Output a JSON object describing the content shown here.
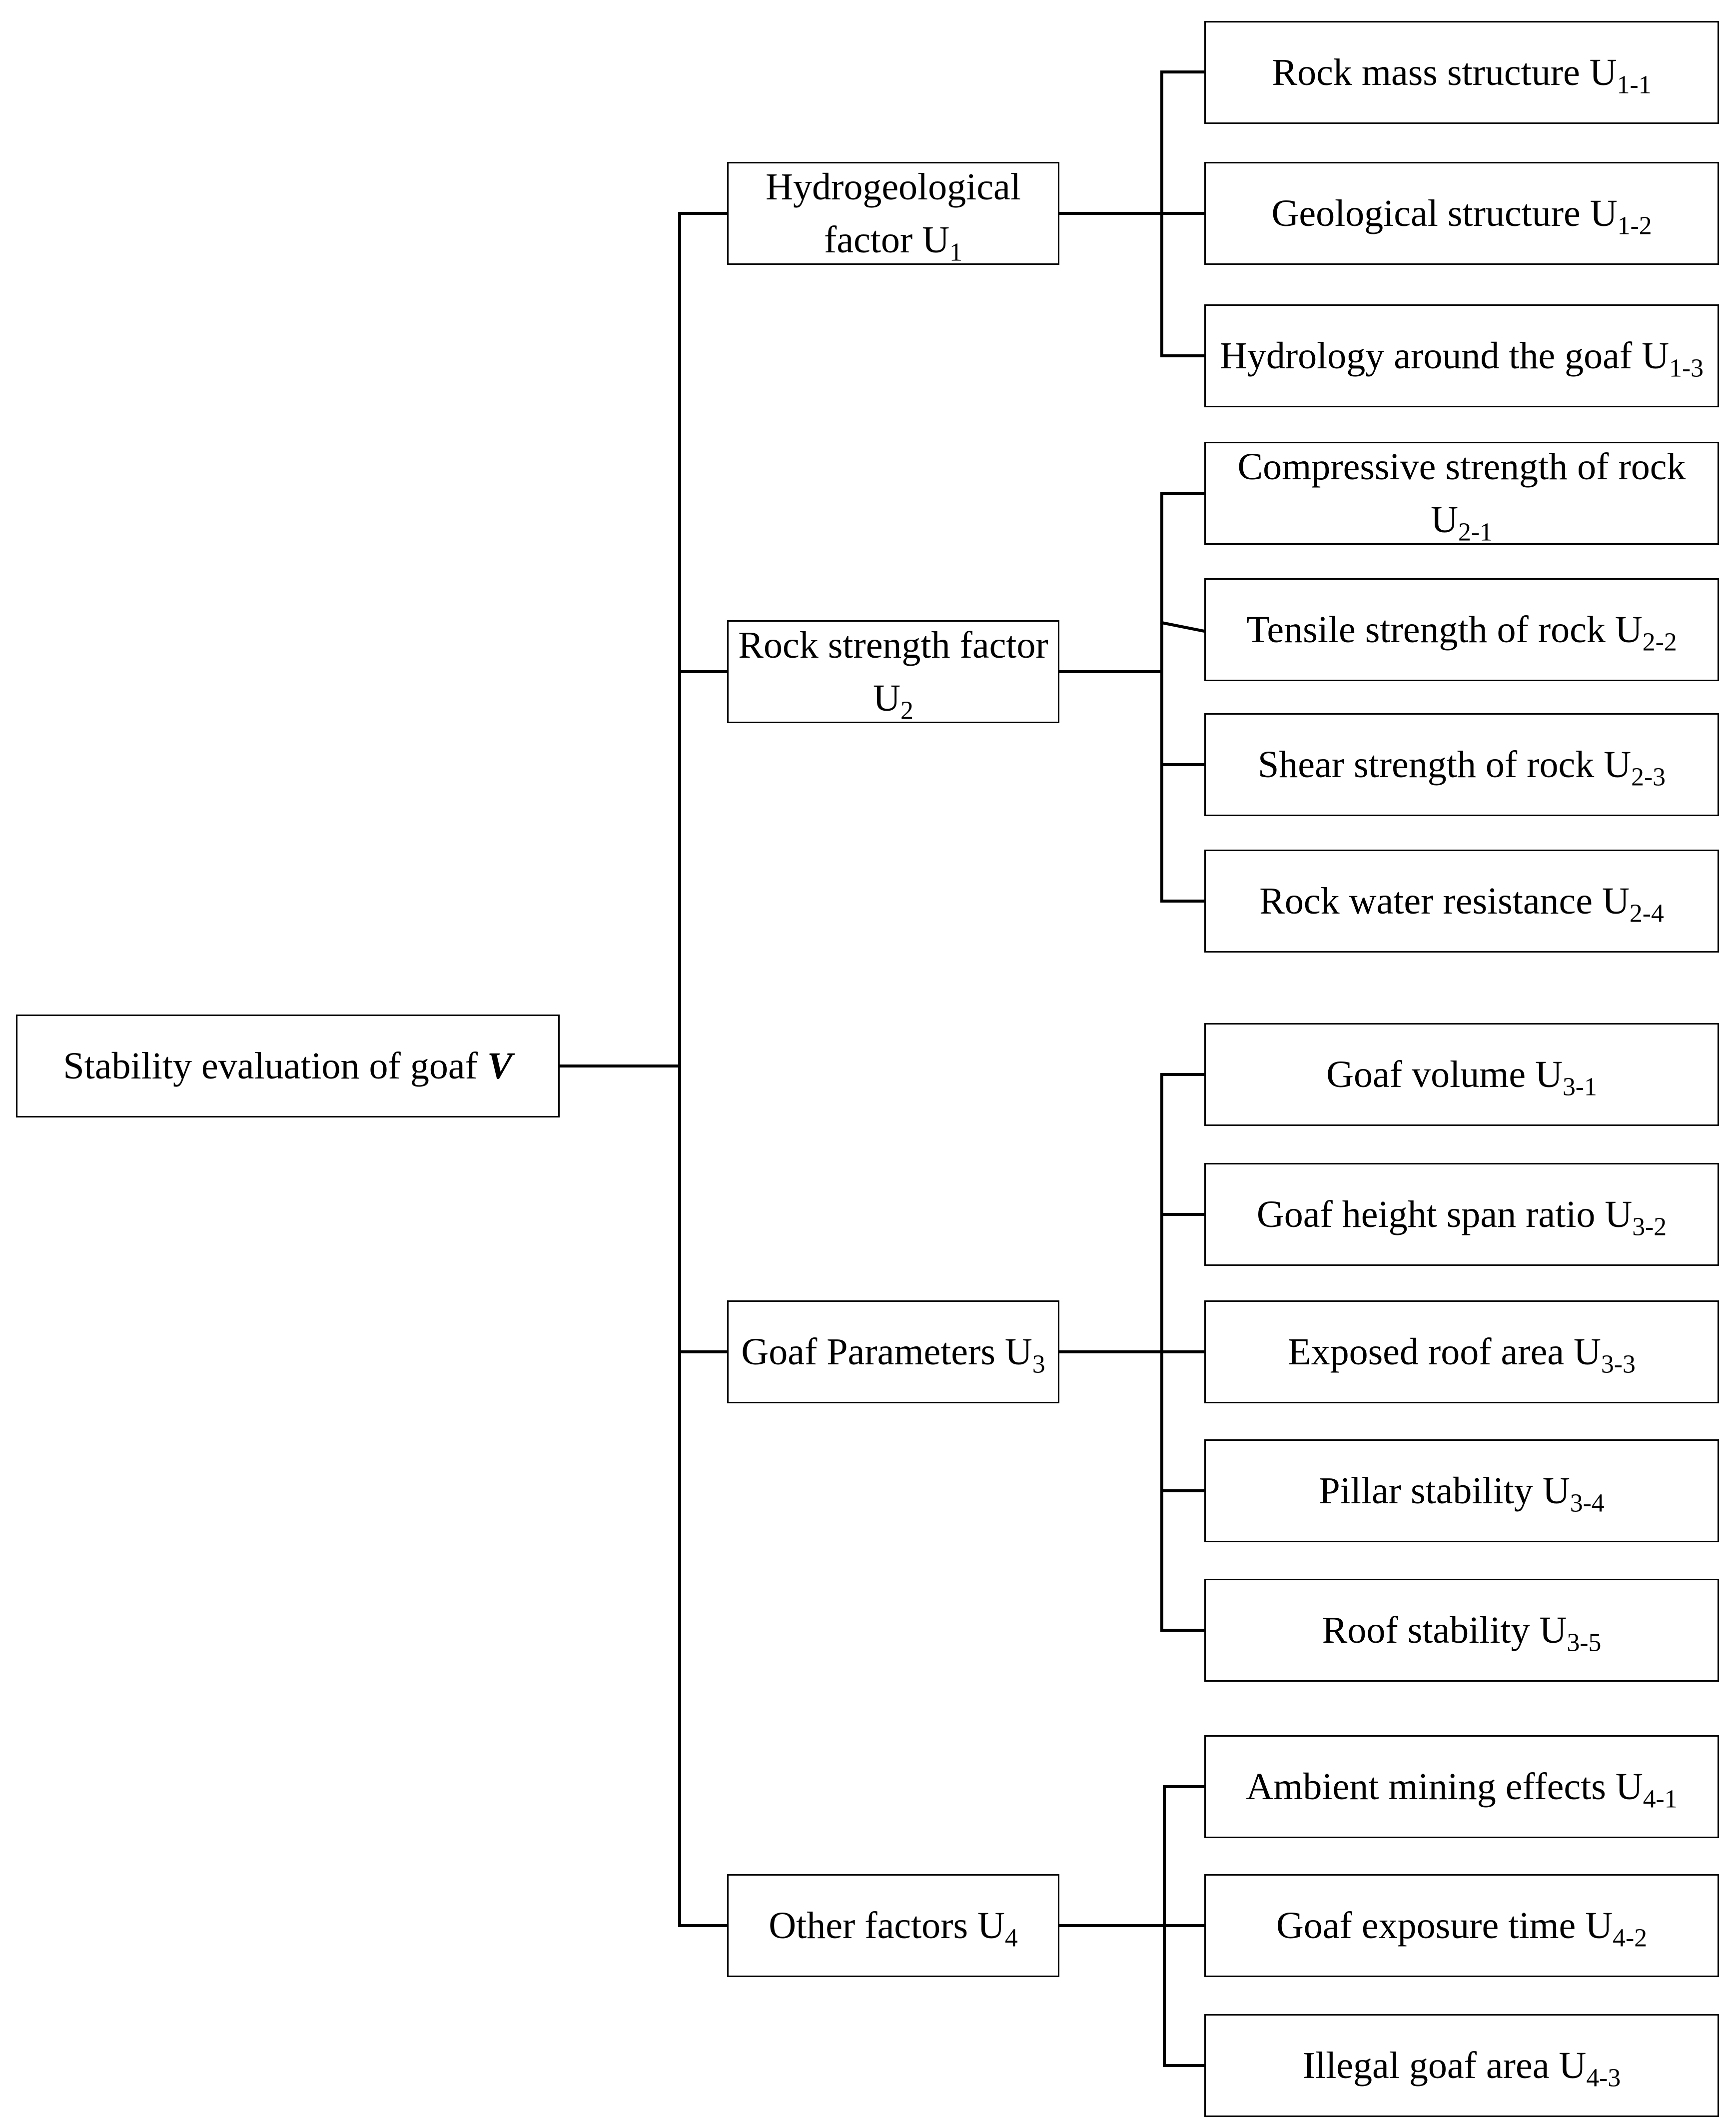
{
  "root": {
    "label": "Stability evaluation of goaf ",
    "variable": "V"
  },
  "factors": [
    {
      "label": "Hydrogeological factor U",
      "sub": "1",
      "children": [
        {
          "label": "Rock mass structure  U",
          "sub": "1-1"
        },
        {
          "label": "Geological structure U",
          "sub": "1-2"
        },
        {
          "label": "Hydrology around the goaf U",
          "sub": "1-3"
        }
      ]
    },
    {
      "label": "Rock strength factor U",
      "sub": "2",
      "children": [
        {
          "label": "Compressive strength of rock  U",
          "sub": "2-1"
        },
        {
          "label": "Tensile strength of rock U",
          "sub": "2-2"
        },
        {
          "label": "Shear strength of rock U",
          "sub": "2-3"
        },
        {
          "label": "Rock water resistance U",
          "sub": "2-4"
        }
      ]
    },
    {
      "label": "Goaf Parameters U",
      "sub": "3",
      "children": [
        {
          "label": "Goaf volume  U",
          "sub": "3-1"
        },
        {
          "label": "Goaf height span ratio U",
          "sub": "3-2"
        },
        {
          "label": "Exposed roof area U",
          "sub": "3-3"
        },
        {
          "label": "Pillar stability U",
          "sub": "3-4"
        },
        {
          "label": "Roof stability  U",
          "sub": "3-5"
        }
      ]
    },
    {
      "label": "Other factors U",
      "sub": "4",
      "children": [
        {
          "label": "Ambient mining effects U",
          "sub": "4-1"
        },
        {
          "label": "Goaf exposure time  U",
          "sub": "4-2"
        },
        {
          "label": "Illegal goaf area U",
          "sub": "4-3"
        }
      ]
    }
  ]
}
